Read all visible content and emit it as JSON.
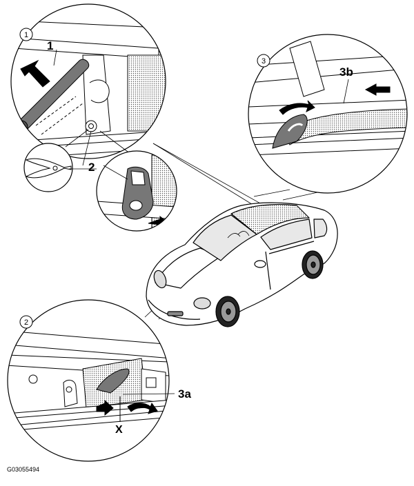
{
  "figure": {
    "reference_code": "G03055494",
    "step_badges": {
      "top_left": "1",
      "top_right": "3",
      "bottom_left": "2"
    },
    "callouts": {
      "item_1": "1",
      "item_2": "2",
      "item_3a": "3a",
      "item_3b": "3b",
      "direction_x": "X"
    }
  }
}
